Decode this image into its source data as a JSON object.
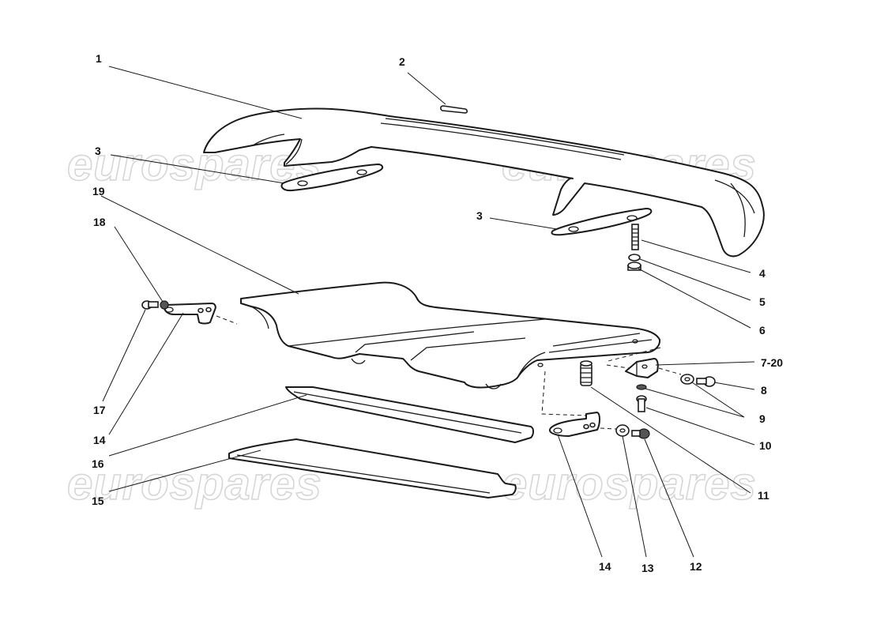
{
  "watermarks": [
    {
      "text": "eurospares"
    },
    {
      "text": "eurospares"
    },
    {
      "text": "eurospares"
    },
    {
      "text": "eurospares"
    }
  ],
  "callouts": [
    {
      "id": "1",
      "label": "1"
    },
    {
      "id": "2",
      "label": "2"
    },
    {
      "id": "3a",
      "label": "3"
    },
    {
      "id": "3b",
      "label": "3"
    },
    {
      "id": "4",
      "label": "4"
    },
    {
      "id": "5",
      "label": "5"
    },
    {
      "id": "6",
      "label": "6"
    },
    {
      "id": "7-20",
      "label": "7-20"
    },
    {
      "id": "8",
      "label": "8"
    },
    {
      "id": "9",
      "label": "9"
    },
    {
      "id": "10",
      "label": "10"
    },
    {
      "id": "11",
      "label": "11"
    },
    {
      "id": "12",
      "label": "12"
    },
    {
      "id": "13",
      "label": "13"
    },
    {
      "id": "14a",
      "label": "14"
    },
    {
      "id": "14b",
      "label": "14"
    },
    {
      "id": "15",
      "label": "15"
    },
    {
      "id": "16",
      "label": "16"
    },
    {
      "id": "17",
      "label": "17"
    },
    {
      "id": "18",
      "label": "18"
    },
    {
      "id": "19",
      "label": "19"
    }
  ]
}
